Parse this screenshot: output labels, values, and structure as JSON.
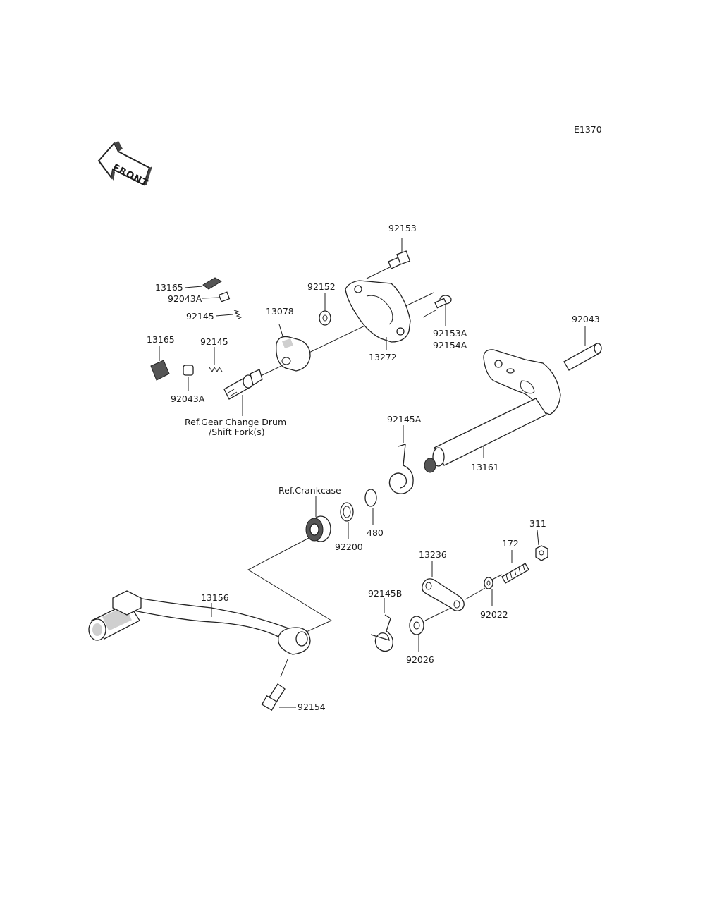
{
  "diagram_code": "E1370",
  "front_marker": "FRONT",
  "parts": {
    "p92153": "92153",
    "p92152": "92152",
    "p13165a": "13165",
    "p92043Aa": "92043A",
    "p92145a": "92145",
    "p13078": "13078",
    "p13165b": "13165",
    "p92145b": "92145",
    "p92043Ab": "92043A",
    "p92153A": "92153A",
    "p92154A": "92154A",
    "p13272": "13272",
    "p92043": "92043",
    "p92145A": "92145A",
    "p13161": "13161",
    "p480": "480",
    "p92200": "92200",
    "p311": "311",
    "p172": "172",
    "p13236": "13236",
    "p92145B": "92145B",
    "p13156": "13156",
    "p92022": "92022",
    "p92026": "92026",
    "p92154": "92154"
  },
  "refs": {
    "gear_change_line1": "Ref.Gear Change Drum",
    "gear_change_line2": "/Shift Fork(s)",
    "crankcase": "Ref.Crankcase"
  }
}
